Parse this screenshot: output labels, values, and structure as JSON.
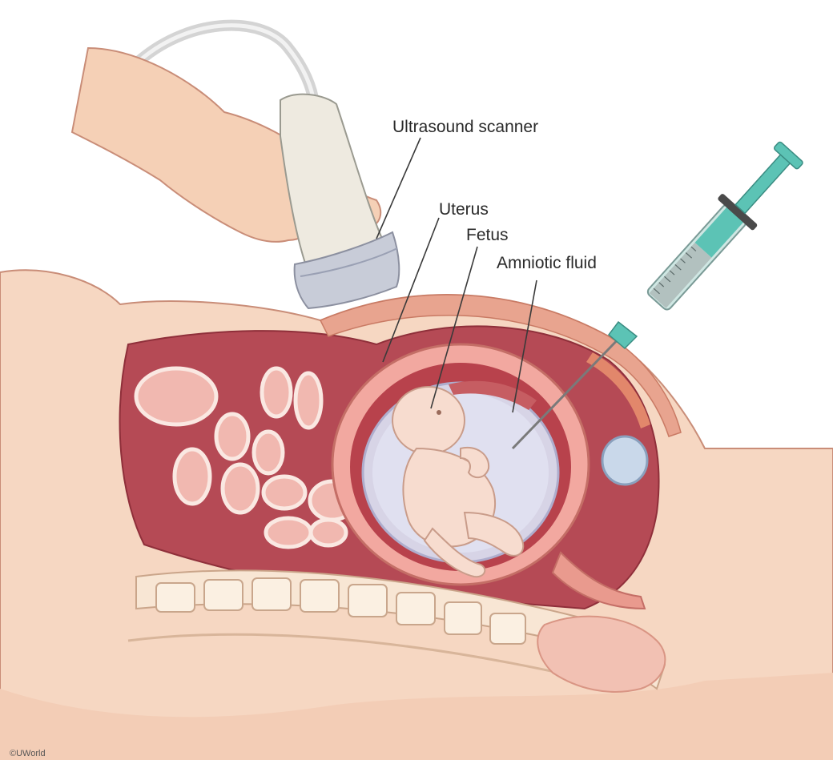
{
  "diagram": {
    "labels": {
      "ultrasound_scanner": "Ultrasound scanner",
      "uterus": "Uterus",
      "fetus": "Fetus",
      "amniotic_fluid": "Amniotic fluid"
    },
    "credit": "©UWorld"
  },
  "colors": {
    "skin": "#f6d7c2",
    "skin_dark": "#e8b8a0",
    "abdomen_cavity": "#b54a55",
    "uterus_wall": "#f2a8a0",
    "amniotic_fluid": "#d9dcef",
    "fetus": "#f7dccf",
    "syringe_barrel": "#5cc3b5",
    "probe_body": "#eeeae0",
    "probe_tip": "#c8ccd8"
  }
}
